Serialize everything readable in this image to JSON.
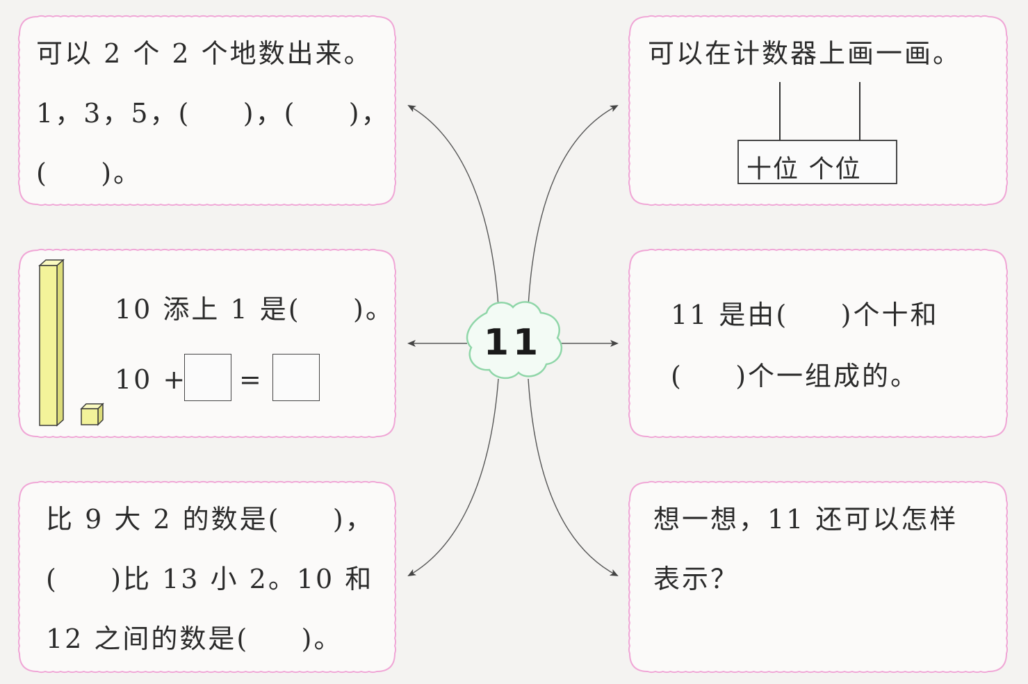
{
  "center": {
    "number": "11"
  },
  "cards": {
    "top_left": {
      "line1": "可以 2 个 2 个地数出来。",
      "line2": "1，3，5，(     )，(     )，",
      "line3": "(     )。"
    },
    "top_right": {
      "line1": "可以在计数器上画一画。",
      "abacus_label": "十位 个位"
    },
    "mid_left": {
      "line1": "10 添上 1 是(     )。",
      "eq_prefix": "10 +",
      "eq_equals": "="
    },
    "mid_right": {
      "line1": "11 是由(     )个十和",
      "line2": "(     )个一组成的。"
    },
    "bottom_left": {
      "line1": "比 9 大 2 的数是(     )，",
      "line2": "(     )比 13 小 2。10 和",
      "line3": "12 之间的数是(     )。"
    },
    "bottom_right": {
      "line1": "想一想，11 还可以怎样",
      "line2": "表示？"
    }
  },
  "colors": {
    "card_border": "#f0a6d6",
    "card_fill": "#fbfaf9",
    "center_border": "#8fd6a8",
    "center_fill": "#f3fbf5",
    "rod_fill": "#f3f39a",
    "rod_stroke": "#3a3a3a",
    "arrow": "#555555"
  }
}
